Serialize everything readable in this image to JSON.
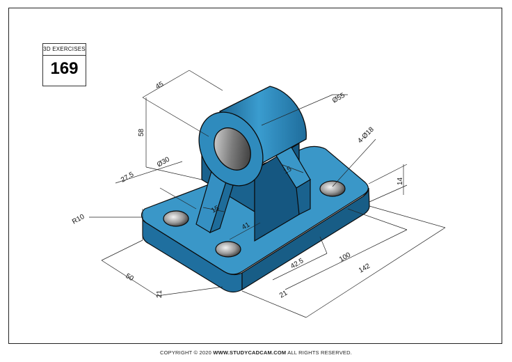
{
  "badge": {
    "label": "3D EXERCISES",
    "number": "169"
  },
  "footer": {
    "prefix": "COPYRIGHT © 2020 ",
    "site": "WWW.STUDYCADCAM.COM",
    "suffix": " ALL RIGHTS RESERVED."
  },
  "dimensions": {
    "d45": "45",
    "d58": "58",
    "d55": "Ø55",
    "d30": "Ø30",
    "d4x18": "4-Ø18",
    "d27_5": "27.5",
    "d15_left": "15",
    "d15_right": "15",
    "d14": "14",
    "d41": "41",
    "dR10": "R10",
    "d50": "50",
    "d21_left": "21",
    "d42_5": "42.5",
    "d100": "100",
    "d142": "142",
    "d21_right": "21"
  },
  "colors": {
    "body": "#2e86b8",
    "body_dark": "#1d6591",
    "body_light": "#4aa3d1",
    "outline": "#0a0a0a"
  }
}
